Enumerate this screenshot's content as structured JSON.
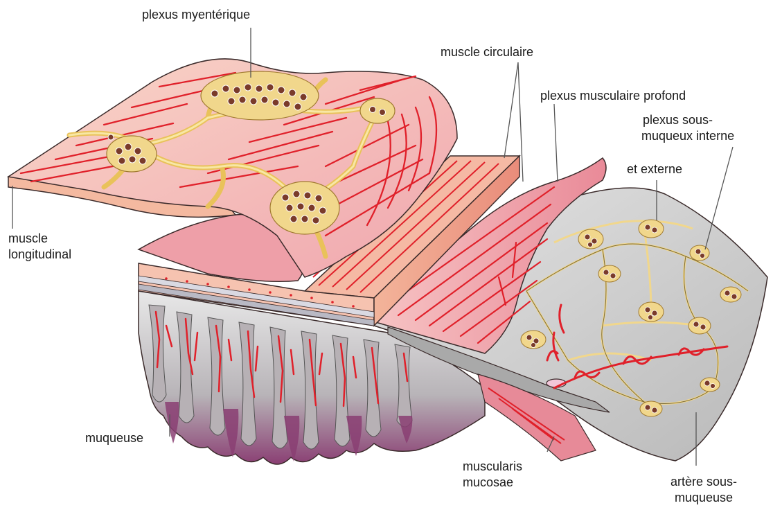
{
  "diagram": {
    "labels": {
      "plexus_myenterique": "plexus myentérique",
      "muscle_circulaire": "muscle circulaire",
      "plexus_musculaire_profond": "plexus musculaire profond",
      "plexus_sous_muqueux_line1": "plexus sous-",
      "plexus_sous_muqueux_line2": "muqueux interne",
      "plexus_sous_muqueux_line3": "et externe",
      "muscle_longitudinal_line1": "muscle",
      "muscle_longitudinal_line2": "longitudinal",
      "muqueuse": "muqueuse",
      "muscularis_mucosae_line1": "muscularis",
      "muscularis_mucosae_line2": "mucosae",
      "artere_sous_muqueuse_line1": "artère sous-",
      "artere_sous_muqueuse_line2": "muqueuse"
    },
    "colors": {
      "muscle_pink": "#f2b3b3",
      "muscle_light": "#f7d0c8",
      "fiber_red": "#e0202a",
      "plexus_yellow": "#f1d78c",
      "plexus_outline": "#d9a63a",
      "submucosa_grey": "#c9c9c9",
      "mucosa_purple": "#8a3f73",
      "outline": "#3a2a2a"
    }
  }
}
